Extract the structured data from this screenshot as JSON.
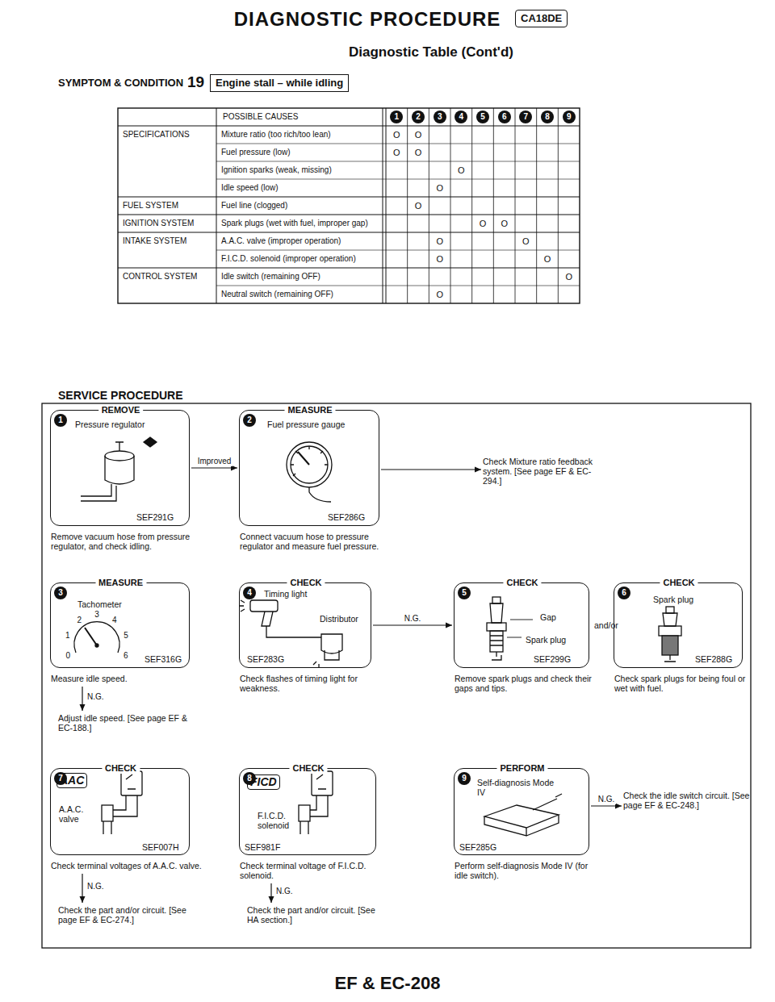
{
  "diagram": {
    "title": "DIAGNOSTIC PROCEDURE",
    "nodes": [
      {
        "text": [
          "REMOVE",
          "1",
          "Pressure regulator",
          "SEF291G",
          "Remove vacuum hose from pressure regulator, and check idling."
        ]
      },
      {
        "text": [
          "MEASURE",
          "2",
          "Fuel pressure gauge",
          "SEF286G",
          "Connect vacuum hose to pressure regulator and measure fuel pressure."
        ]
      },
      {
        "text": [
          "Check Mixture ratio feedback system. [See page EF & EC-294.]"
        ]
      },
      {
        "text": [
          "MEASURE",
          "3",
          "Tachometer",
          "SEF316G",
          "Measure idle speed."
        ]
      },
      {
        "text": [
          "Adjust idle speed. [See page EF & EC-188.]"
        ]
      },
      {
        "text": [
          "CHECK",
          "4",
          "Timing light",
          "Distributor",
          "SEF283G",
          "Check flashes of timing light for weakness."
        ]
      },
      {
        "text": [
          "CHECK",
          "5",
          "Gap",
          "Spark plug",
          "SEF299G",
          "Remove spark plugs and check their gaps and tips."
        ]
      },
      {
        "text": [
          "CHECK",
          "6",
          "Spark plug",
          "SEF288G",
          "Check spark plugs for being foul or wet with fuel."
        ]
      },
      {
        "text": [
          "CHECK",
          "7",
          "A.A.C. valve",
          "SEF007H",
          "Check terminal voltages of A.A.C. valve."
        ]
      },
      {
        "text": [
          "Check the part and/or circuit. [See page EF & EC-274.]"
        ]
      },
      {
        "text": [
          "CHECK",
          "8",
          "F.I.C.D. solenoid",
          "SEF981F",
          "Check terminal voltage of F.I.C.D. solenoid."
        ]
      },
      {
        "text": [
          "Check the part and/or circuit. [See HA section.]"
        ]
      },
      {
        "text": [
          "PERFORM",
          "9",
          "Self-diagnosis Mode IV",
          "SEF285G",
          "Perform self-diagnosis Mode IV (for idle switch)."
        ]
      },
      {
        "text": [
          "Check the idle switch circuit. [See page EF & EC-248.]"
        ]
      }
    ],
    "edges": [
      {
        "from": 0,
        "to": 1,
        "arrow": "to",
        "label": "Improved"
      },
      {
        "from": 1,
        "to": 2,
        "arrow": "to"
      },
      {
        "from": 3,
        "to": 4,
        "arrow": "to",
        "label": "N.G."
      },
      {
        "from": 5,
        "to": 6,
        "arrow": "to",
        "label": "N.G."
      },
      {
        "from": 8,
        "to": 9,
        "arrow": "to",
        "label": "N.G."
      },
      {
        "from": 10,
        "to": 11,
        "arrow": "to",
        "label": "N.G."
      },
      {
        "from": 12,
        "to": 13,
        "arrow": "to",
        "label": "N.G."
      }
    ],
    "labels": [
      "CA18DE",
      "Diagnostic Table (Cont'd)",
      "SYMPTOM & CONDITION",
      "19",
      "Engine stall – while idling",
      "POSSIBLE CAUSES",
      "1",
      "2",
      "3",
      "4",
      "5",
      "6",
      "7",
      "8",
      "9",
      "SPECIFICATIONS",
      "Mixture ratio (too rich/too lean)",
      "Fuel pressure (low)",
      "Ignition sparks (weak, missing)",
      "Idle speed (low)",
      "FUEL SYSTEM",
      "Fuel line (clogged)",
      "IGNITION SYSTEM",
      "Spark plugs (wet with fuel, improper gap)",
      "INTAKE SYSTEM",
      "A.A.C. valve (improper operation)",
      "F.I.C.D. solenoid (improper operation)",
      "CONTROL SYSTEM",
      "Idle switch (remaining OFF)",
      "Neutral switch (remaining OFF)",
      "O",
      "O",
      "O",
      "O",
      "O",
      "O",
      "O",
      "O",
      "O",
      "O",
      "O",
      "O",
      "O",
      "O",
      "O",
      "SERVICE PROCEDURE",
      "and/or",
      "AAC",
      "FICD",
      "0",
      "1",
      "2",
      "3",
      "4",
      "5",
      "6",
      "EF & EC-208"
    ]
  }
}
